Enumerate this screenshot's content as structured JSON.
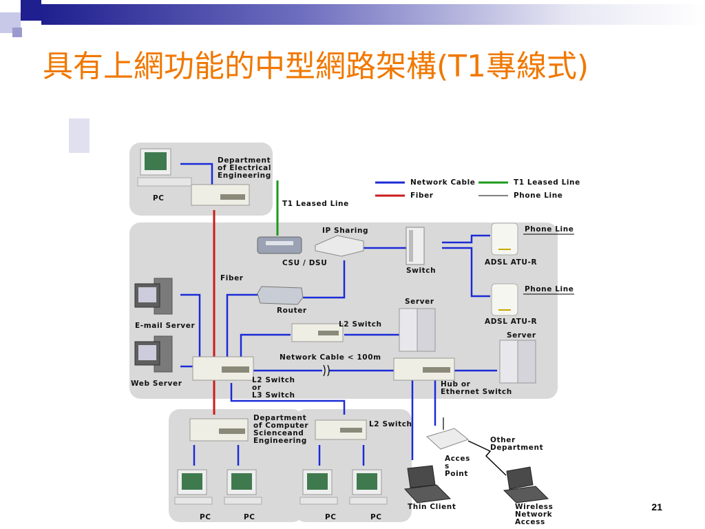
{
  "slide": {
    "title": "具有上網功能的中型網路架構(T1專線式)",
    "page_number": "21",
    "accent_colors": {
      "title": "#f07800",
      "square_dark": "#1f1f8f",
      "square_light": "#c8c8e8"
    }
  },
  "diagram": {
    "legend": {
      "network_cable": "Network Cable",
      "t1_leased_line": "T1 Leased Line",
      "fiber": "Fiber",
      "phone_line": "Phone Line",
      "colors": {
        "network_cable": "#1a2ad6",
        "t1_leased_line": "#1a9a1a",
        "fiber": "#cc1a1a",
        "phone_line": "#000000"
      }
    },
    "labels": {
      "dept_ee": "Department\nof Electrical\nEngineering",
      "pc_top": "PC",
      "t1_line": "T1 Leased Line",
      "ip_sharing": "IP Sharing",
      "csu_dsu": "CSU / DSU",
      "switch": "Switch",
      "phone_line_1": "Phone Line",
      "phone_line_2": "Phone Line",
      "adsl_1": "ADSL ATU-R",
      "adsl_2": "ADSL ATU-R",
      "fiber": "Fiber",
      "router": "Router",
      "server_mid": "Server",
      "server_right": "Server",
      "email_server": "E-mail Server",
      "web_server": "Web Server",
      "l2_switch_mid": "L2 Switch",
      "network_cable_100m": "Network Cable < 100m",
      "l2l3_switch": "L2 Switch\nor\nL3 Switch",
      "hub": "Hub or\nEthernet Switch",
      "dept_cs": "Department\nof Computer\nScienceand\nEngineering",
      "l2_switch_bottom": "L2 Switch",
      "other_dept": "Other\nDepartment",
      "access_point": "Acces\ns\nPoint",
      "thin_client": "Thin Client",
      "wireless": "Wireless\nNetwork\nAccess",
      "pc_b1": "PC",
      "pc_b2": "PC",
      "pc_b3": "PC",
      "pc_b4": "PC"
    }
  }
}
